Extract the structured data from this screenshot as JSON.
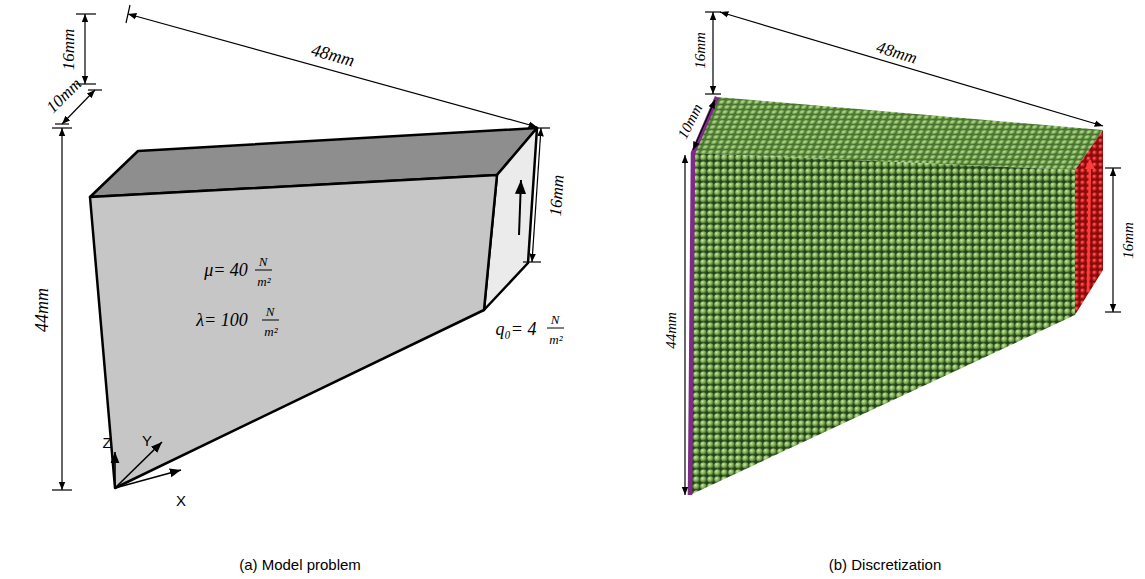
{
  "diagram": {
    "labels": [
      "48mm",
      "16mm",
      "10mm",
      "44mm",
      "16mm",
      "μ= 40",
      "N",
      "m²",
      "λ= 100",
      "N",
      "m²",
      "q₀= 4",
      "N",
      "m²",
      "Z",
      "Y",
      "X",
      "(a) Model problem",
      "48mm",
      "16mm",
      "10mm",
      "44mm",
      "16mm",
      "(b) Discretization"
    ]
  }
}
